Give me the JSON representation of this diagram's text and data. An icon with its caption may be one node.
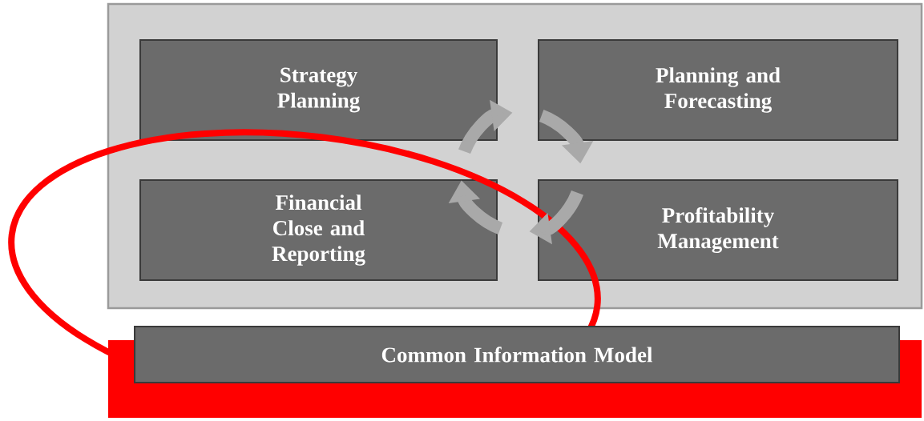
{
  "diagram": {
    "nodes": [
      {
        "text": [],
        "shape": "box"
      },
      {
        "text": [
          "Strategy Planning"
        ],
        "in": 0
      },
      {
        "text": [
          "Planning and Forecasting"
        ],
        "in": 0
      },
      {
        "text": [
          "Financial Close and Reporting"
        ],
        "in": 0
      },
      {
        "text": [
          "Profitability Management"
        ],
        "in": 0
      },
      {
        "text": [],
        "shape": "bar"
      },
      {
        "text": [
          "Common Information Model"
        ]
      }
    ]
  }
}
